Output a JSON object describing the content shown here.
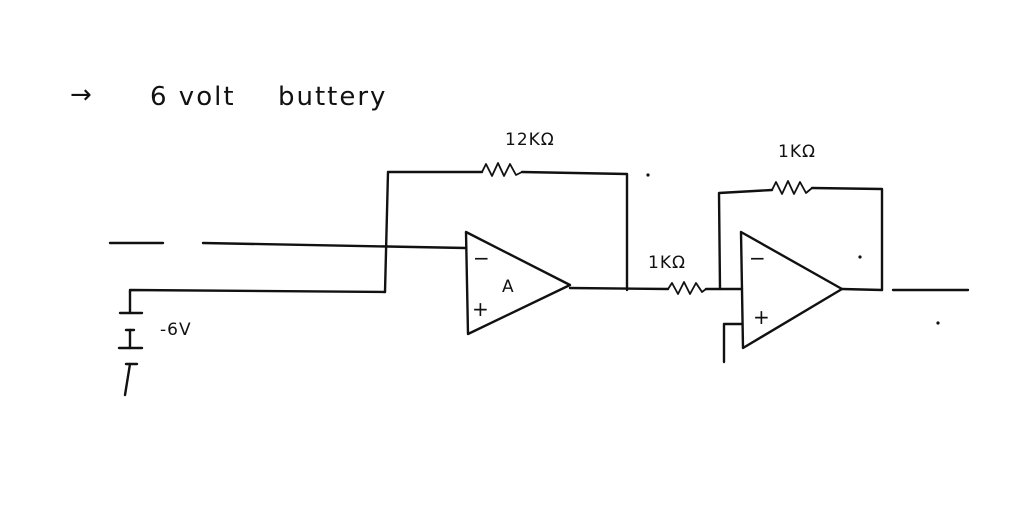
{
  "note": {
    "arrow": "→",
    "text_a": "6 volt",
    "text_b": "buttery"
  },
  "battery": {
    "label": "-6V"
  },
  "opamp1": {
    "name": "A",
    "minus": "−",
    "plus": "+",
    "feedback_resistor": "12KΩ"
  },
  "opamp2": {
    "minus": "−",
    "plus": "+",
    "feedback_resistor": "1KΩ",
    "input_resistor": "1KΩ"
  },
  "colors": {
    "ink": "#111111",
    "background": "#ffffff"
  }
}
